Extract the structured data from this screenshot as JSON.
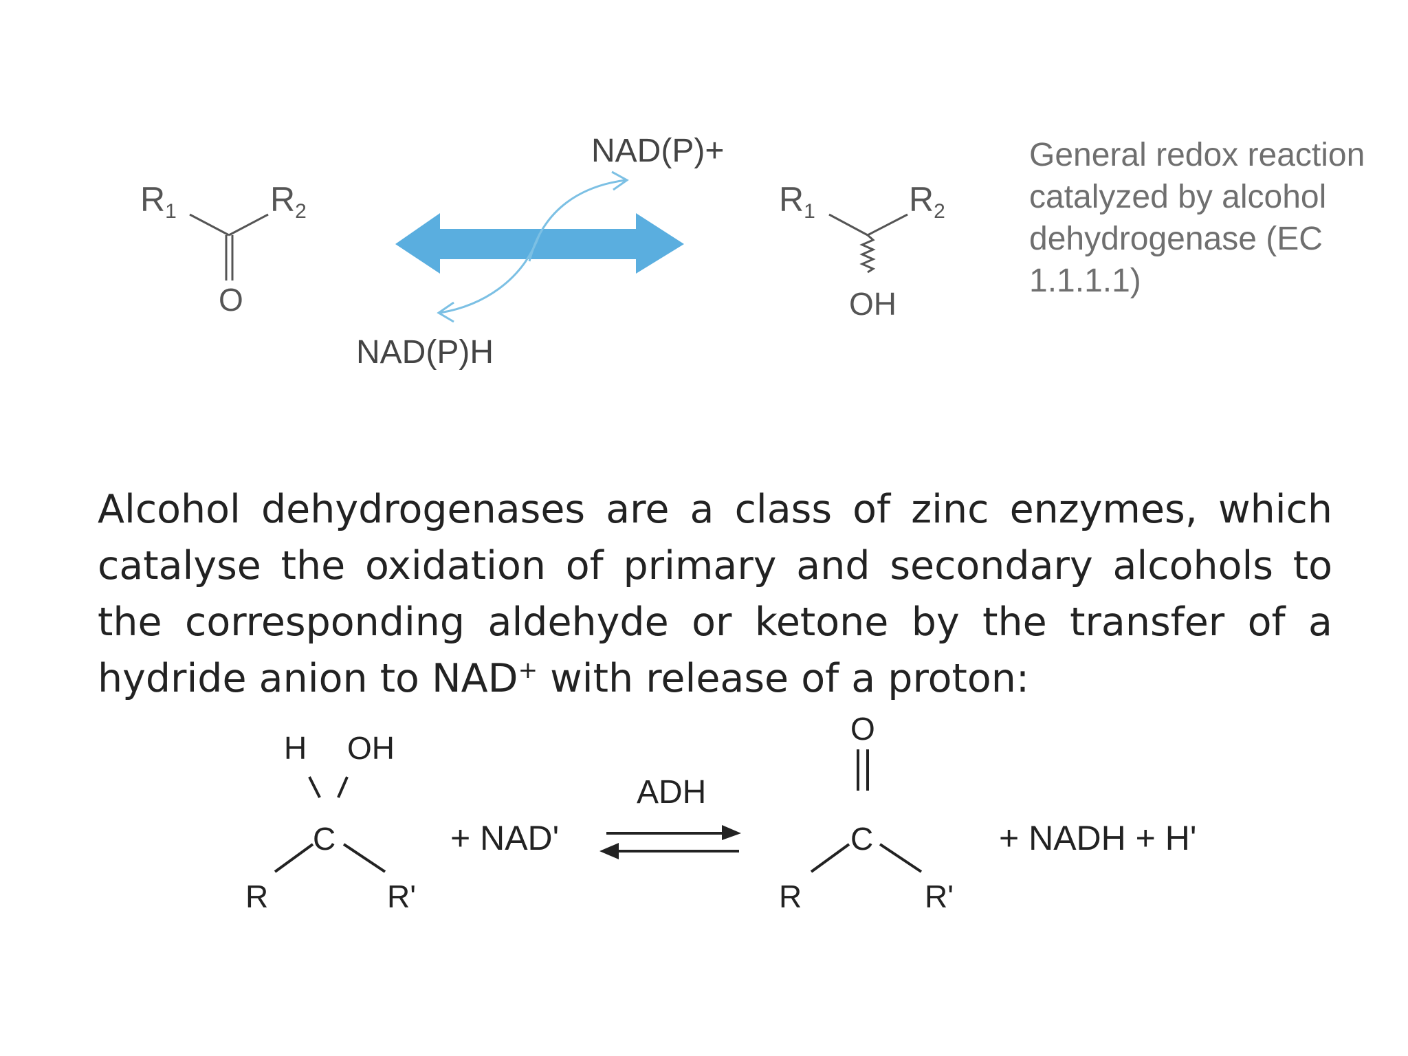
{
  "top_scheme": {
    "reactant": {
      "r1": "R",
      "r1_sub": "1",
      "r2": "R",
      "r2_sub": "2",
      "oxygen": "O"
    },
    "cofactor_top": "NAD(P)+",
    "cofactor_bottom": "NAD(P)H",
    "product": {
      "r1": "R",
      "r1_sub": "1",
      "r2": "R",
      "r2_sub": "2",
      "hydroxyl": "OH"
    },
    "arrow_color": "#5aaedf"
  },
  "caption": "General redox reaction catalyzed by alcohol dehydrogenase (EC 1.1.1.1)",
  "paragraph": {
    "before_sup": "Alcohol dehydrogenases are a class of zinc enzymes, which catalyse the oxidation of primary and secondary alcohols to the corresponding aldehyde or ketone by the transfer of a hydride anion to NAD",
    "sup": "+",
    "after_sup": " with release of a proton:"
  },
  "bottom_scheme": {
    "reactant": {
      "h": "H",
      "oh": "OH",
      "c": "C",
      "r": "R",
      "r_prime": "R'"
    },
    "plus_nad": "+ NAD'",
    "enzyme": "ADH",
    "product": {
      "o": "O",
      "c": "C",
      "r": "R",
      "r_prime": "R'"
    },
    "plus_nadh": "+ NADH + H'"
  }
}
